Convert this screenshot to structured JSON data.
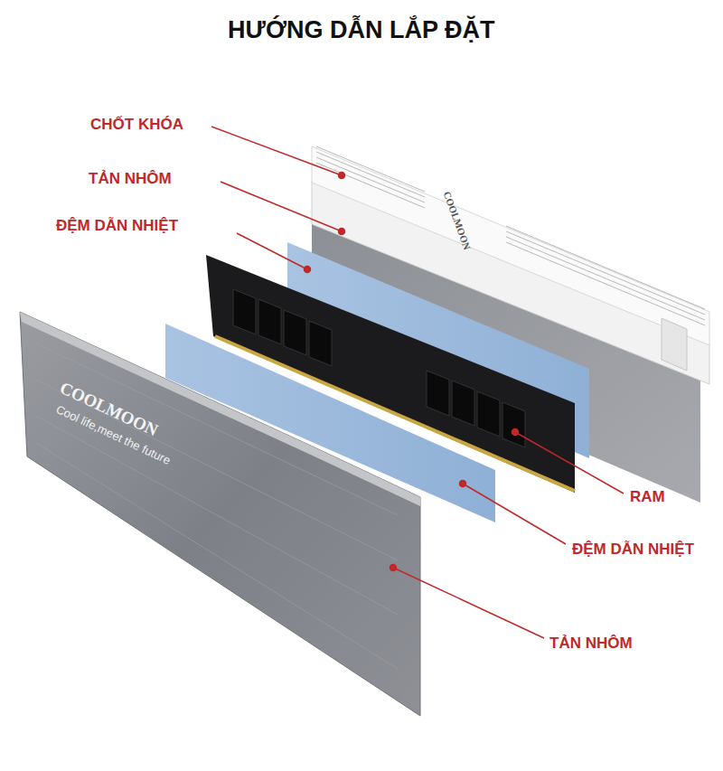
{
  "diagram": {
    "title": "HƯỚNG DẪN LẮP ĐẶT",
    "labels": [
      "CHỐT KHÓA",
      "TẢN NHÔM",
      "ĐỆM DẪN NHIỆT",
      "RAM",
      "ĐỆM DẪN NHIỆT",
      "TẢN NHÔM",
      "COOLMOON",
      "Cool life,meet the future",
      "COOLMOON"
    ]
  }
}
